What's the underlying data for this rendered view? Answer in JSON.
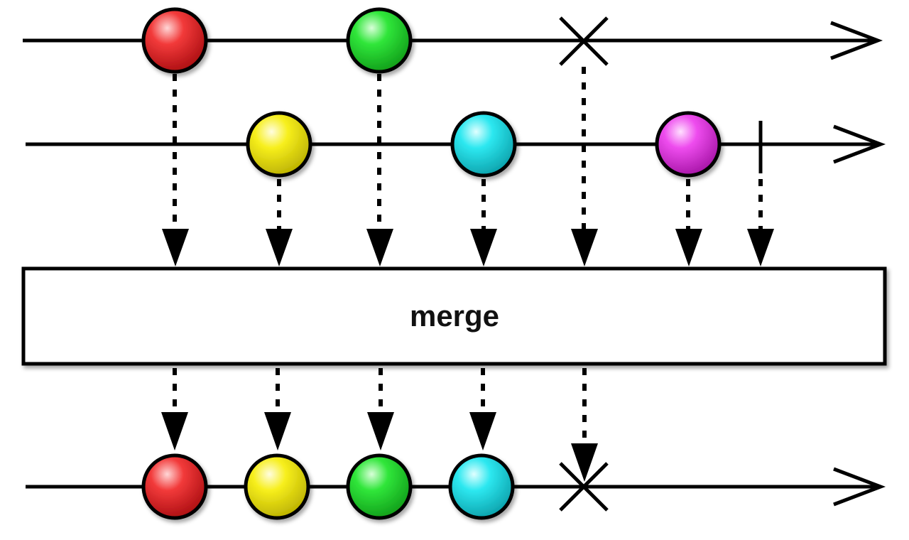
{
  "diagram": {
    "operator_label": "merge",
    "colors": {
      "line": "#000000",
      "box_fill": "#ffffff",
      "red": "#e8141b",
      "green": "#20d82a",
      "yellow": "#f2ea10",
      "cyan": "#1fe0ea",
      "magenta": "#e63ee6"
    },
    "input_streams": [
      {
        "name": "source-a",
        "items": [
          {
            "color": "red"
          },
          {
            "color": "green"
          }
        ],
        "terminal": "error"
      },
      {
        "name": "source-b",
        "items": [
          {
            "color": "yellow"
          },
          {
            "color": "cyan"
          },
          {
            "color": "magenta"
          }
        ],
        "terminal": "complete"
      }
    ],
    "output_stream": {
      "items": [
        {
          "color": "red"
        },
        {
          "color": "yellow"
        },
        {
          "color": "green"
        },
        {
          "color": "cyan"
        }
      ],
      "terminal": "error"
    }
  }
}
